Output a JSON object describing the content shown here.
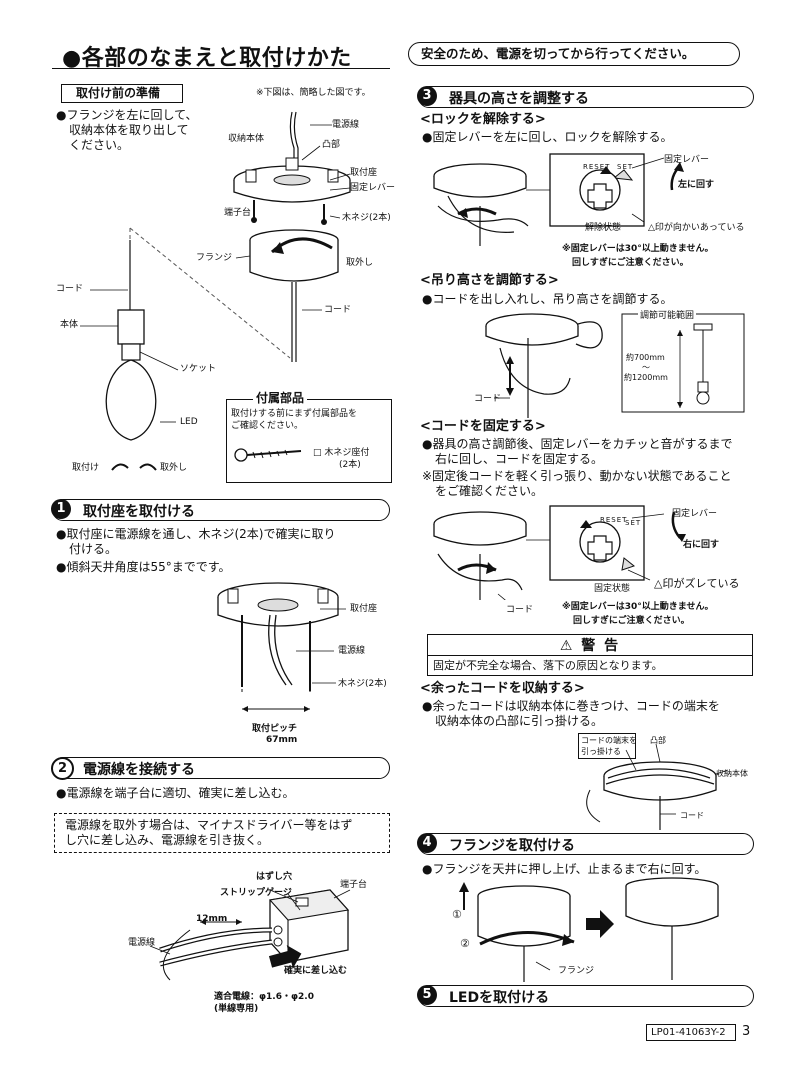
{
  "header": {
    "title": "●各部のなまえと取付けかた",
    "safety": "安全のため、電源を切ってから行ってください。"
  },
  "prep": {
    "heading": "取付け前の準備",
    "note": "※下図は、簡略した図です。",
    "text1": "●フランジを左に回して、",
    "text2": "収納本体を取り出して",
    "text3": "ください。",
    "labels": {
      "power_wire": "電源線",
      "storage_body": "収納本体",
      "convex": "凸部",
      "mount_base": "取付座",
      "fix_lever": "固定レバー",
      "terminal": "端子台",
      "wood_screw": "木ネジ(2本)",
      "flange": "フランジ",
      "remove": "取外し",
      "cord": "コード",
      "cord2": "コード",
      "body": "本体",
      "socket": "ソケット",
      "led": "LED",
      "attach": "取付け",
      "detach": "取外し"
    }
  },
  "accessories": {
    "heading": "付属部品",
    "text1": "取付けする前にまず付属部品を",
    "text2": "ご確認ください。",
    "item1": "□ 木ネジ座付",
    "item2": "(2本)"
  },
  "step1": {
    "num": "1",
    "heading": "取付座を取付ける",
    "line1": "●取付座に電源線を通し、木ネジ(2本)で確実に取り",
    "line2": "付ける。",
    "line3": "●傾斜天井角度は55°までです。",
    "label_mount": "取付座",
    "label_wire": "電源線",
    "label_screw": "木ネジ(2本)",
    "pitch": "取付ピッチ",
    "pitch_val": "67mm"
  },
  "step2": {
    "num": "2",
    "heading": "電源線を接続する",
    "line1": "●電源線を端子台に適切、確実に差し込む。",
    "note1": "電源線を取外す場合は、マイナスドライバー等をはず",
    "note2": "し穴に差し込み、電源線を引き抜く。",
    "label_hole": "はずし穴",
    "label_strip": "ストリップゲージ",
    "label_terminal": "端子台",
    "label_12mm": "12mm",
    "label_wire": "電源線",
    "label_insert": "確実に差し込む",
    "spec1": "適合電線：φ1.6・φ2.0",
    "spec2": "(単線専用)"
  },
  "step3": {
    "num": "3",
    "heading": "器具の高さを調整する",
    "lock_heading": "<ロックを解除する>",
    "lock_text": "●固定レバーを左に回し、ロックを解除する。",
    "lock_lever": "固定レバー",
    "lock_turn": "左に回す",
    "lock_state": "解除状態",
    "lock_mark": "△印が向かいあっている",
    "lock_note1": "※固定レバーは30°以上動きません。",
    "lock_note2": "回しすぎにご注意ください。",
    "reset": "RESET",
    "set": "SET",
    "hang_heading": "<吊り高さを調節する>",
    "hang_text": "●コードを出し入れし、吊り高さを調節する。",
    "hang_range": "調節可能範囲",
    "hang_min": "約700mm",
    "hang_tilde": "〜",
    "hang_max": "約1200mm",
    "hang_cord": "コード",
    "fix_heading": "<コードを固定する>",
    "fix_text1": "●器具の高さ調節後、固定レバーをカチッと音がするまで",
    "fix_text2": "右に回し、コードを固定する。",
    "fix_text3": "※固定後コードを軽く引っ張り、動かない状態であること",
    "fix_text4": "をご確認ください。",
    "fix_lever": "固定レバー",
    "fix_turn": "右に回す",
    "fix_state": "固定状態",
    "fix_mark": "△印がズレている",
    "fix_cord": "コード",
    "fix_note1": "※固定レバーは30°以上動きません。",
    "fix_note2": "回しすぎにご注意ください。",
    "warning_title": "⚠ 警 告",
    "warning_text": "固定が不完全な場合、落下の原因となります。",
    "extra_heading": "<余ったコードを収納する>",
    "extra_text1": "●余ったコードは収納本体に巻きつけ、コードの端末を",
    "extra_text2": "収納本体の凸部に引っ掛ける。",
    "extra_label1": "コードの端末を",
    "extra_label2": "引っ掛ける",
    "extra_convex": "凸部",
    "extra_body": "収納本体",
    "extra_cord": "コード"
  },
  "step4": {
    "num": "4",
    "heading": "フランジを取付ける",
    "text": "●フランジを天井に押し上げ、止まるまで右に回す。",
    "c1": "①",
    "c2": "②",
    "flange": "フランジ"
  },
  "step5": {
    "num": "5",
    "heading": "LEDを取付ける"
  },
  "footer": {
    "code": "LP01-41063Y-2",
    "page": "3"
  }
}
